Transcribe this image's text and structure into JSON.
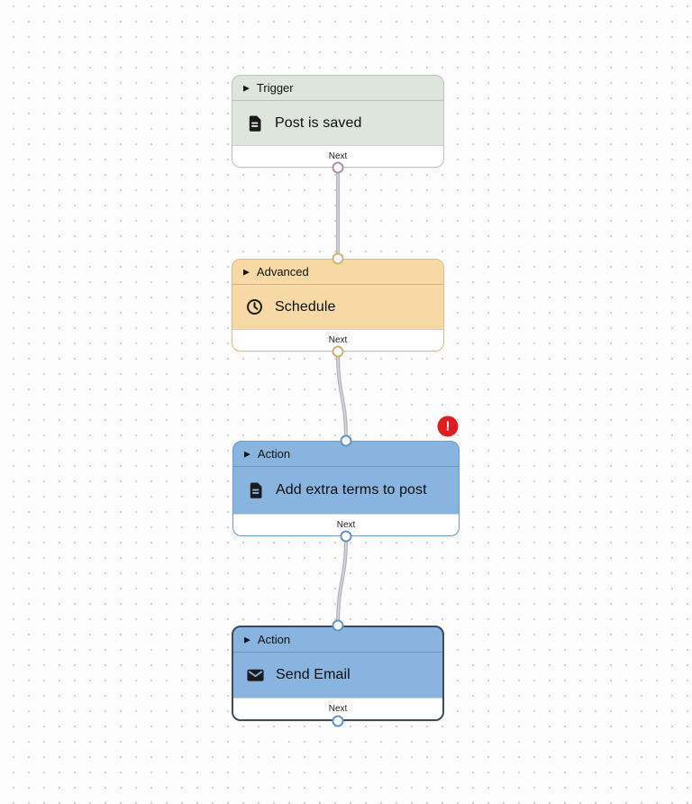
{
  "canvas": {
    "background_color": "#fcfcfd",
    "grid_dot_color": "#d4d4da",
    "connection_color": "#b1b1b9"
  },
  "ui": {
    "disclosure_glyph": "▶"
  },
  "error_badge": {
    "symbol": "!",
    "color": "#df1f1f"
  },
  "nodes": [
    {
      "id": "trigger-post-is-saved",
      "category_label": "Trigger",
      "title": "Post is saved",
      "footer_label": "Next",
      "icon": "document-icon",
      "fill_color": "#dde5dd",
      "border_color": "#bcc5bc",
      "port_color": "#b18cba",
      "selected": false,
      "has_error": false
    },
    {
      "id": "advanced-schedule",
      "category_label": "Advanced",
      "title": "Schedule",
      "footer_label": "Next",
      "icon": "clock-icon",
      "fill_color": "#f6d9a4",
      "border_color": "#dcbc82",
      "port_color": "#d3b279",
      "selected": false,
      "has_error": false
    },
    {
      "id": "action-add-extra-terms-to-post",
      "category_label": "Action",
      "title": "Add extra terms to post",
      "footer_label": "Next",
      "icon": "document-icon",
      "fill_color": "#89b4df",
      "border_color": "#689bce",
      "port_color": "#6094ca",
      "selected": false,
      "has_error": true
    },
    {
      "id": "action-send-email",
      "category_label": "Action",
      "title": "Send Email",
      "footer_label": "Next",
      "icon": "envelope-icon",
      "fill_color": "#89b4df",
      "border_color": "#3e4a54",
      "port_color": "#6094ca",
      "selected": true,
      "has_error": false
    }
  ],
  "connections": [
    {
      "from": "trigger-post-is-saved",
      "to": "advanced-schedule"
    },
    {
      "from": "advanced-schedule",
      "to": "action-add-extra-terms-to-post"
    },
    {
      "from": "action-add-extra-terms-to-post",
      "to": "action-send-email"
    }
  ]
}
